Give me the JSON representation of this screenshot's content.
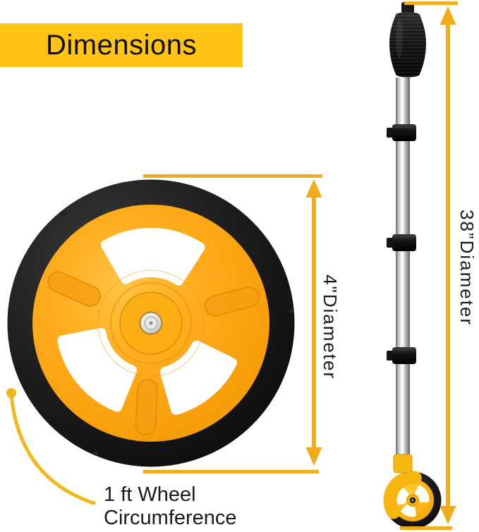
{
  "banner": {
    "label": "Dimensions"
  },
  "annotations": {
    "wheel_diameter": "4\"Diameter",
    "pole_height": "38”Diameter",
    "circumference_line1": "1 ft Wheel",
    "circumference_line2": "Circumference"
  },
  "colors": {
    "banner_bg": "#FFC414",
    "annotation_arrow": "#F1AC1B",
    "leader_line": "#F2B81E",
    "text": "#1B1B1B",
    "wheel_rim_yellow": "#FFAD1E",
    "wheel_tire_black": "#161616",
    "small_wheel_yellow": "#FFBC1C",
    "pole_chrome": "#C8C8C8",
    "grip_black": "#151515"
  }
}
